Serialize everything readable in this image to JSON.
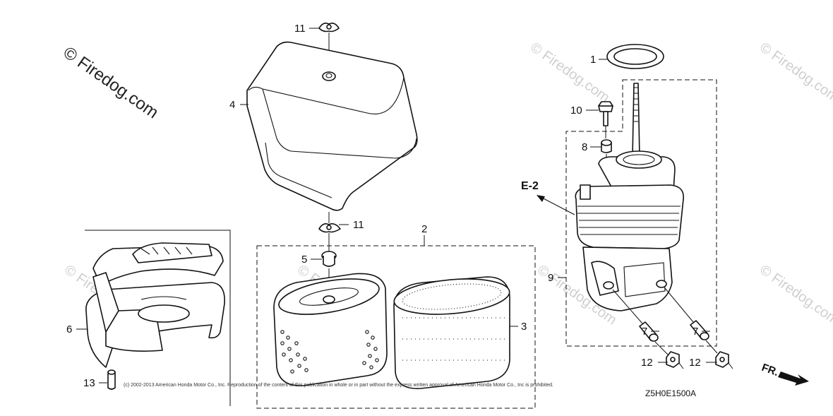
{
  "watermark": "© Firedog.com",
  "callouts": {
    "p1": "1",
    "p2": "2",
    "p3": "3",
    "p4": "4",
    "p5": "5",
    "p6": "6",
    "p7a": "7",
    "p7b": "7",
    "p8": "8",
    "p9": "9",
    "p10": "10",
    "p11a": "11",
    "p11b": "11",
    "p12a": "12",
    "p12b": "12",
    "p13": "13"
  },
  "ref_label": "E-2",
  "direction_label": "FR.",
  "copyright": "(c) 2002-2013 American Honda Motor Co., Inc. Reproduction of the content of this publication in whole or in part without the express written approval of American Honda Motor Co., Inc is prohibited.",
  "diagram_code": "Z5H0E1500A"
}
